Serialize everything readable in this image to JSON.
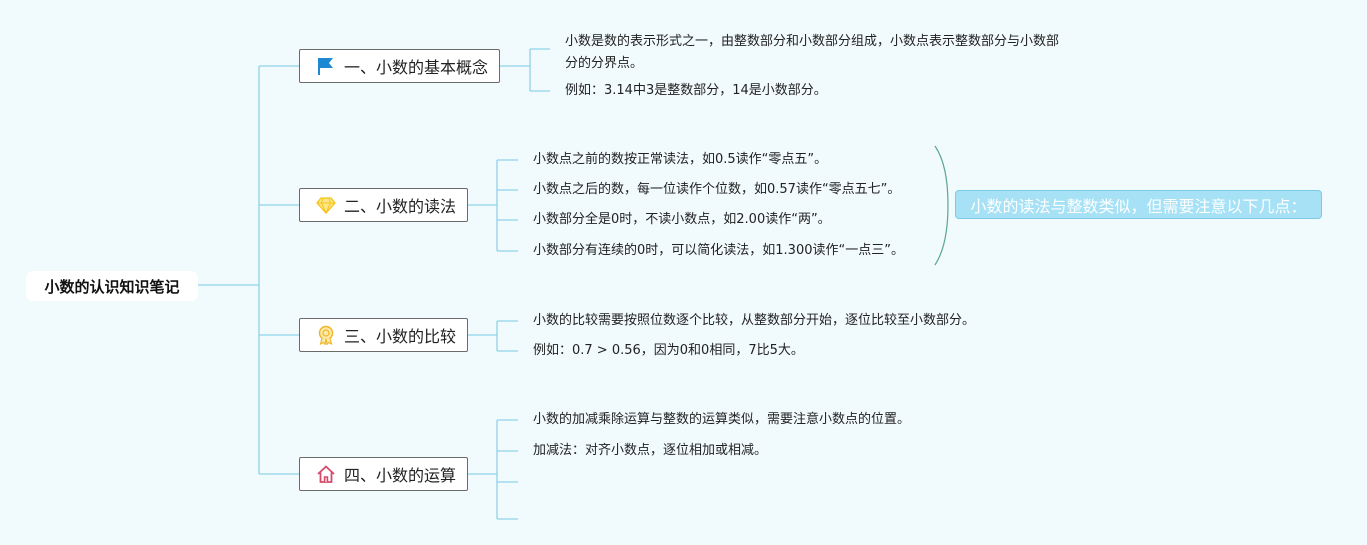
{
  "root": {
    "label": "小数的认识知识笔记"
  },
  "topics": [
    {
      "label": "一、小数的基本概念",
      "icon": "flag-icon",
      "leaves": [
        "小数是数的表示形式之一，由整数部分和小数部分组成，小数点表示整数部分与小数部分的分界点。",
        "例如：3.14中3是整数部分，14是小数部分。"
      ]
    },
    {
      "label": "二、小数的读法",
      "icon": "diamond-icon",
      "leaves": [
        "小数点之前的数按正常读法，如0.5读作“零点五”。",
        "小数点之后的数，每一位读作个位数，如0.57读作“零点五七”。",
        "小数部分全是0时，不读小数点，如2.00读作“两”。",
        "小数部分有连续的0时，可以简化读法，如1.300读作“一点三”。"
      ],
      "summary": "小数的读法与整数类似，但需要注意以下几点："
    },
    {
      "label": "三、小数的比较",
      "icon": "award-ribbon-icon",
      "leaves": [
        "小数的比较需要按照位数逐个比较，从整数部分开始，逐位比较至小数部分。",
        "例如：0.7 > 0.56，因为0和0相同，7比5大。"
      ]
    },
    {
      "label": "四、小数的运算",
      "icon": "home-icon",
      "leaves": [
        "小数的加减乘除运算与整数的运算类似，需要注意小数点的位置。",
        "加减法：对齐小数点，逐位相加或相减。",
        "",
        ""
      ]
    }
  ],
  "colors": {
    "background": "#f1fafd",
    "connector": "#8fd3ea",
    "summary_fill": "#a6e1f6",
    "flag": "#1e88d2",
    "diamond": "#f5c518",
    "award": "#f0b429",
    "home": "#d84a6a"
  }
}
